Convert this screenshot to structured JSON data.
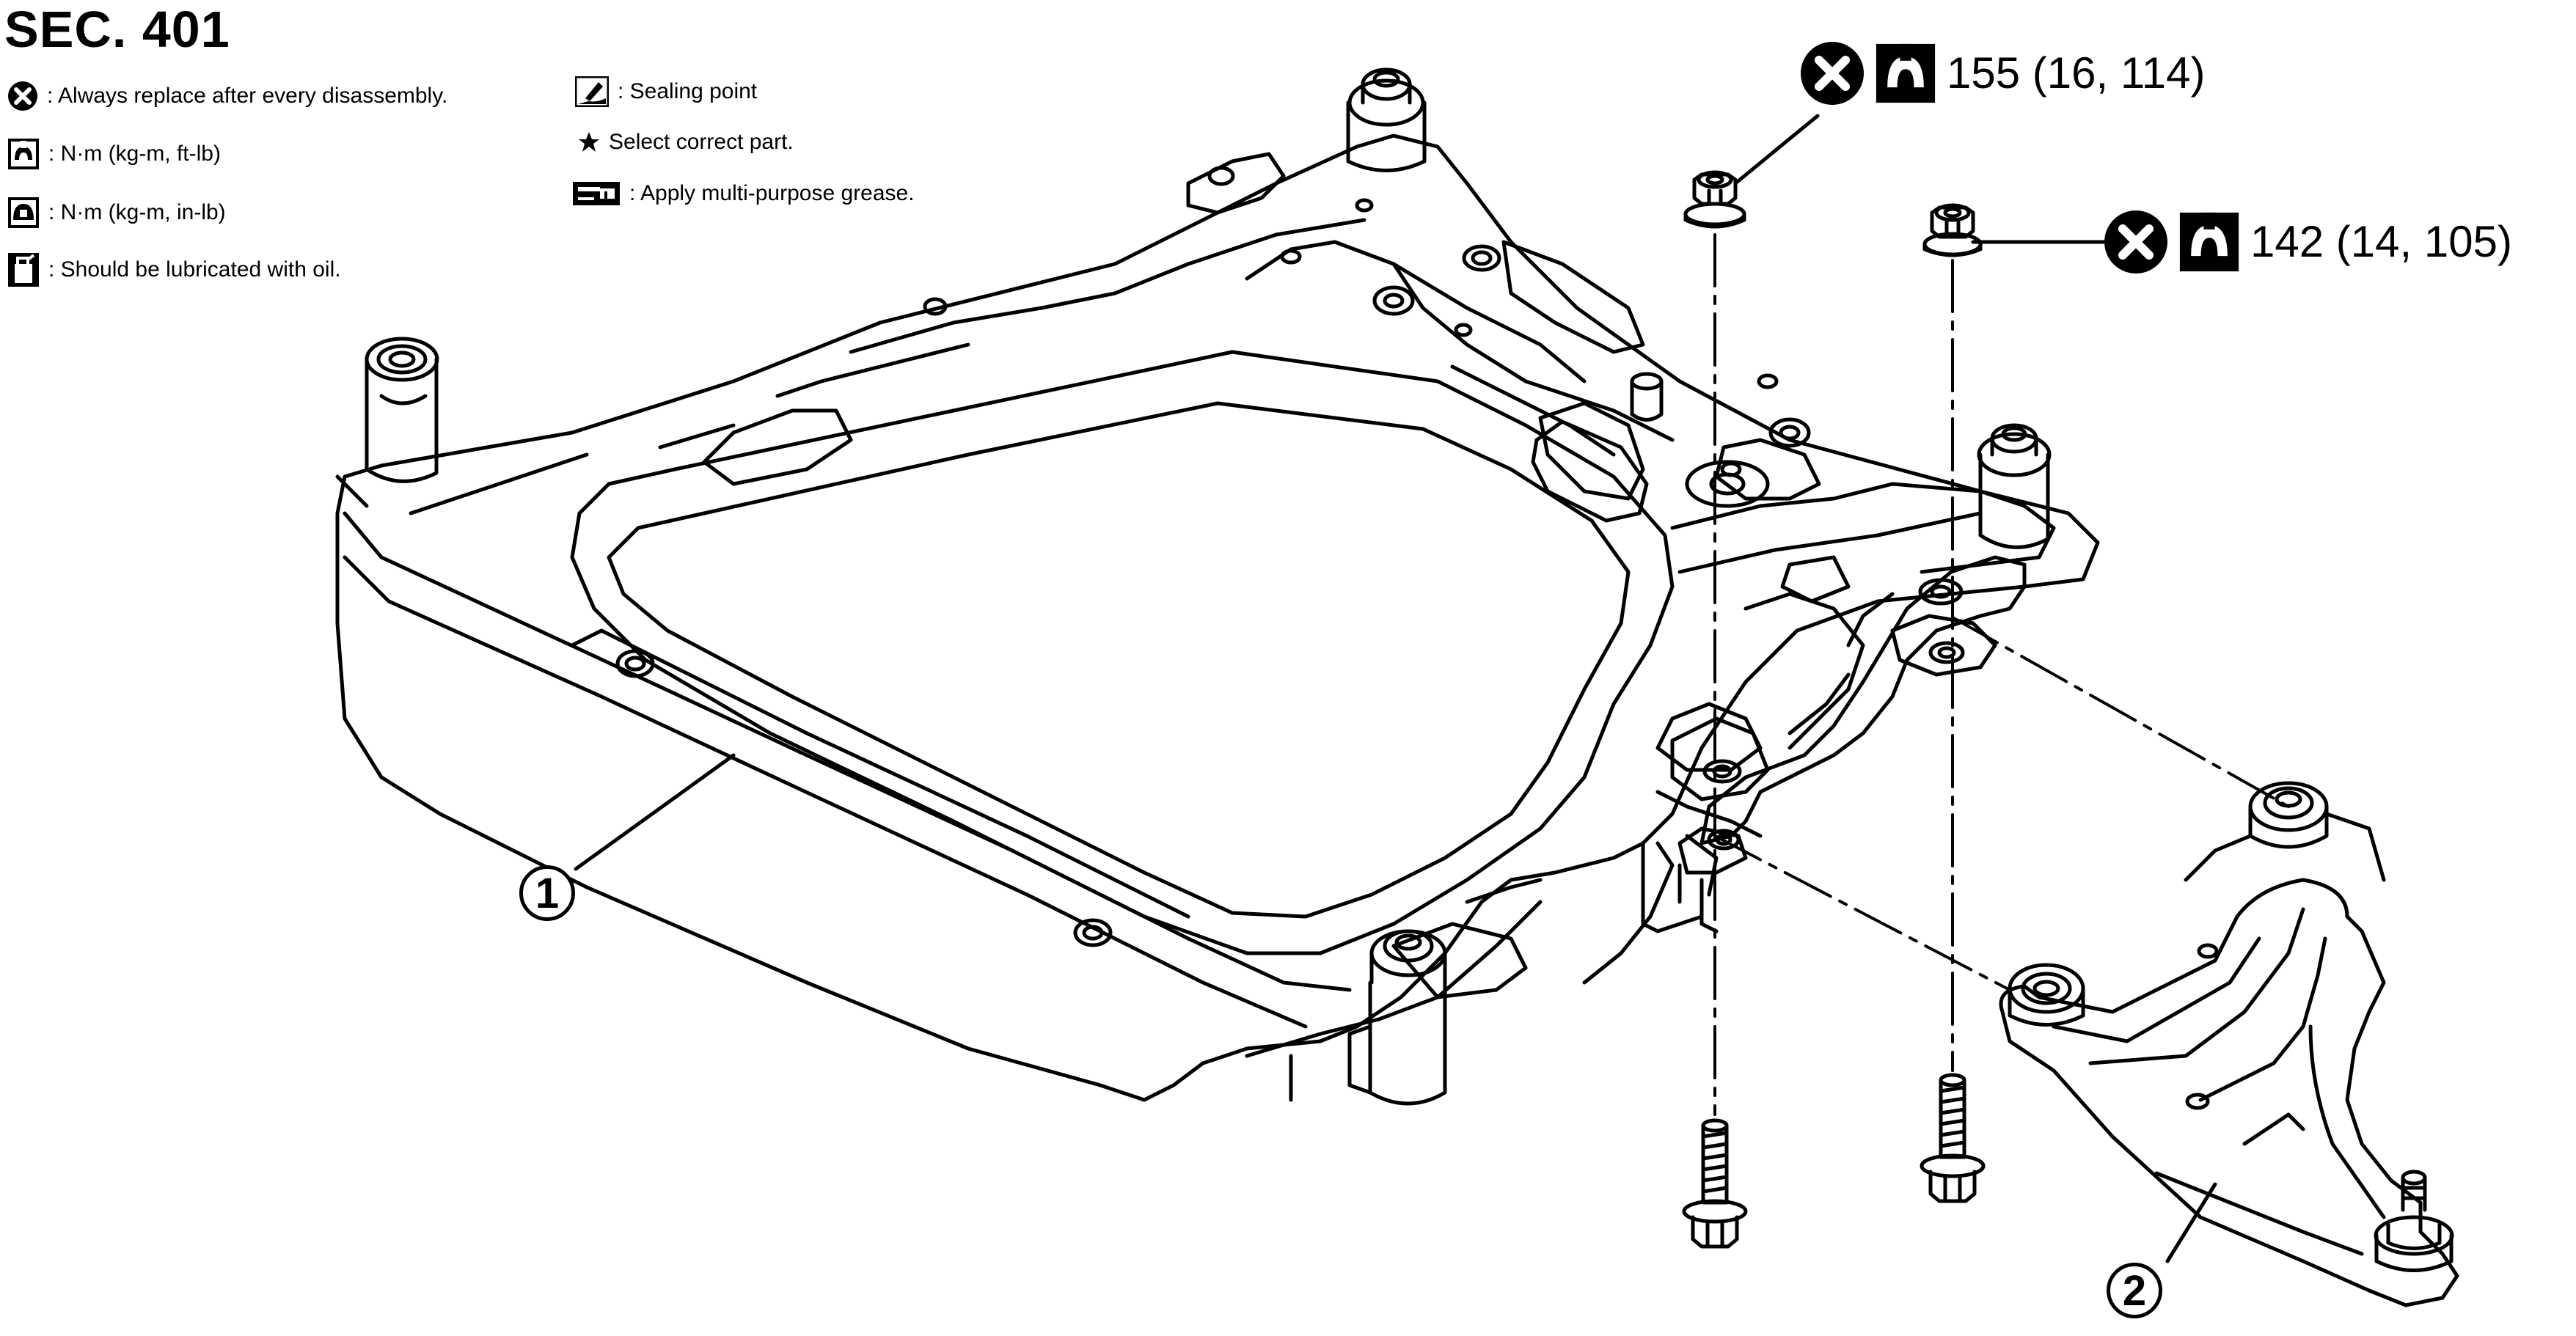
{
  "title": "SEC. 401",
  "legend": {
    "replace": ": Always replace after every disassembly.",
    "torque_ftlb": ": N·m (kg-m, ft-lb)",
    "torque_inlb": ": N·m (kg-m, in-lb)",
    "lubricate_oil": ": Should be lubricated with oil.",
    "sealing": ": Sealing point",
    "select_part": "Select correct part.",
    "grease": ": Apply multi-purpose grease."
  },
  "torques": {
    "nut_1": "155 (16, 114)",
    "nut_2": "142 (14, 105)"
  },
  "callouts": {
    "part_1": "1",
    "part_2": "2"
  },
  "icons": [
    "replace-x-icon",
    "torque-wrench-icon",
    "torque-wrench-inlb-icon",
    "oil-can-icon",
    "sealing-point-icon",
    "star-icon",
    "grease-icon"
  ]
}
